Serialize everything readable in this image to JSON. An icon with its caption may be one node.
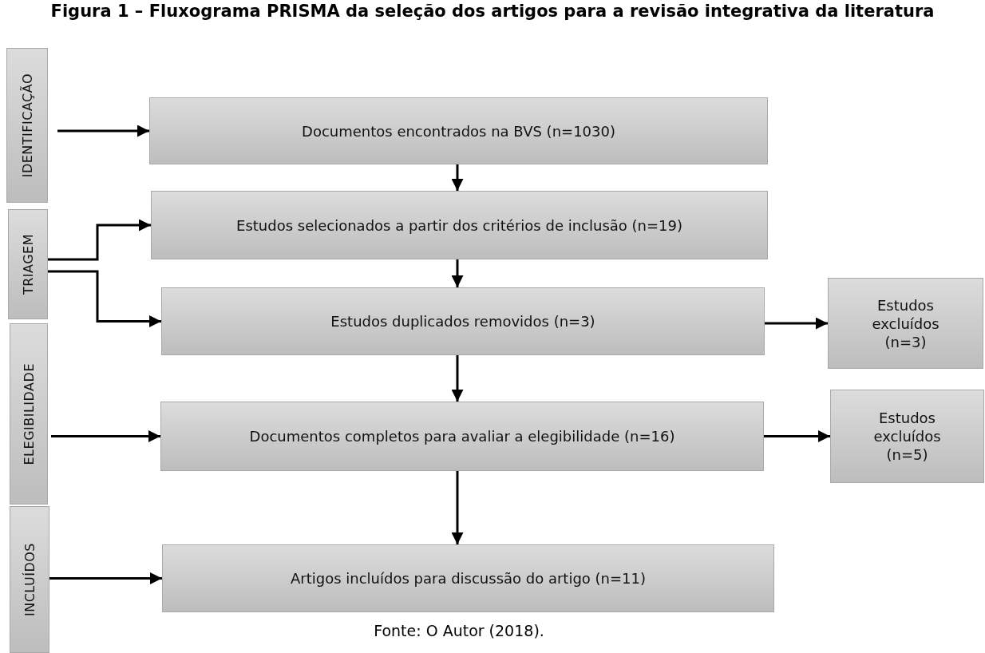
{
  "diagram": {
    "title": "Figura 1 – Fluxograma PRISMA da seleção dos artigos para a revisão integrativa da literatura",
    "caption": "Fonte: O Autor (2018).",
    "nodes": [
      {
        "text": [
          "IDENTIFICAÇÃO"
        ]
      },
      {
        "text": [
          "TRIAGEM"
        ]
      },
      {
        "text": [
          "ELEGIBILIDADE"
        ]
      },
      {
        "text": [
          "INCLUÍDOS"
        ]
      },
      {
        "text": [
          "Documentos encontrados na BVS (n=1030)"
        ]
      },
      {
        "text": [
          "Estudos selecionados a partir dos critérios de inclusão (n=19)"
        ]
      },
      {
        "text": [
          "Estudos duplicados removidos (n=3)"
        ]
      },
      {
        "text": [
          "Estudos excluídos (n=3)"
        ]
      },
      {
        "text": [
          "Documentos completos para avaliar a elegibilidade (n=16)"
        ]
      },
      {
        "text": [
          "Estudos excluídos (n=5)"
        ]
      },
      {
        "text": [
          "Artigos incluídos para discussão do artigo (n=11)"
        ]
      }
    ],
    "edges": [
      {
        "from": 0,
        "to": 4,
        "arrow": "to"
      },
      {
        "from": 1,
        "to": 5,
        "arrow": "to"
      },
      {
        "from": 1,
        "to": 6,
        "arrow": "to"
      },
      {
        "from": 2,
        "to": 8,
        "arrow": "to"
      },
      {
        "from": 3,
        "to": 10,
        "arrow": "to"
      },
      {
        "from": 4,
        "to": 5,
        "arrow": "to"
      },
      {
        "from": 5,
        "to": 6,
        "arrow": "to"
      },
      {
        "from": 6,
        "to": 7,
        "arrow": "to"
      },
      {
        "from": 6,
        "to": 8,
        "arrow": "to"
      },
      {
        "from": 8,
        "to": 9,
        "arrow": "to"
      },
      {
        "from": 8,
        "to": 10,
        "arrow": "to"
      }
    ]
  }
}
